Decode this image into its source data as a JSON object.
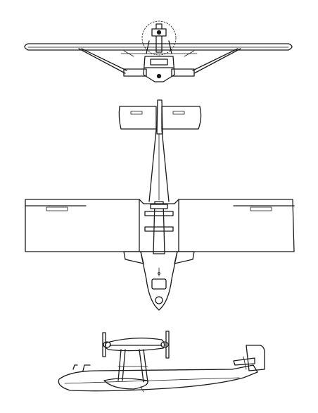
{
  "figure": {
    "views": [
      {
        "id": "front",
        "name": "front-view"
      },
      {
        "id": "top",
        "name": "top-view"
      },
      {
        "id": "side",
        "name": "side-view"
      }
    ],
    "stroke_color": "#1a1a1a",
    "background": "#ffffff"
  }
}
